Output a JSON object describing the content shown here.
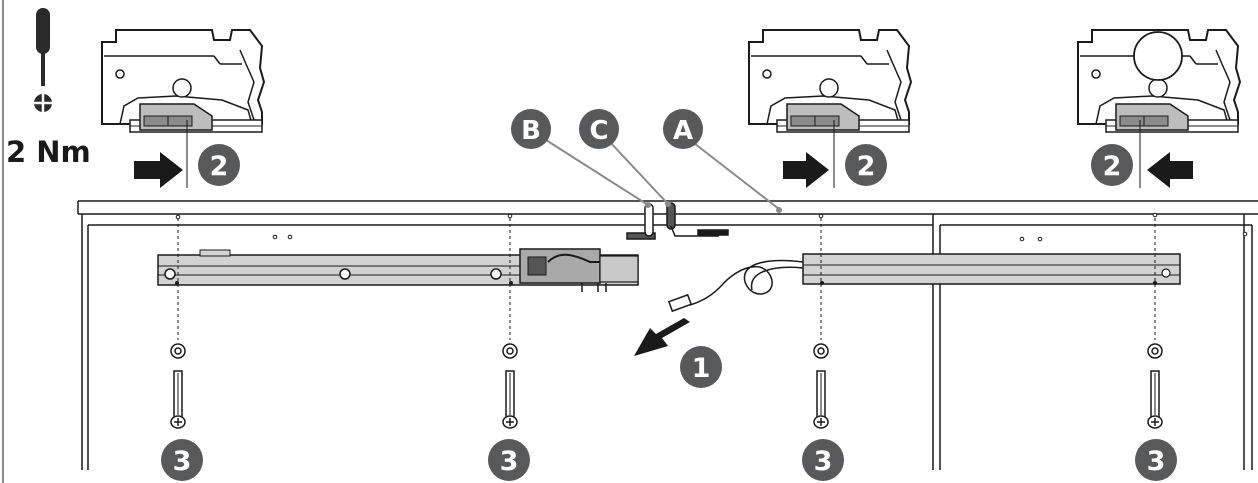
{
  "torque": {
    "value": "2 Nm",
    "tool_icon": "screwdriver-icon",
    "bit_icon": "phillips-bit-icon"
  },
  "steps": {
    "step1": "1",
    "step2": "2",
    "step3": "3"
  },
  "callouts": {
    "a": "A",
    "b": "B",
    "c": "C"
  },
  "colors": {
    "badge": "#58595b",
    "line": "#1a1a1a",
    "badge_text": "#ffffff"
  }
}
